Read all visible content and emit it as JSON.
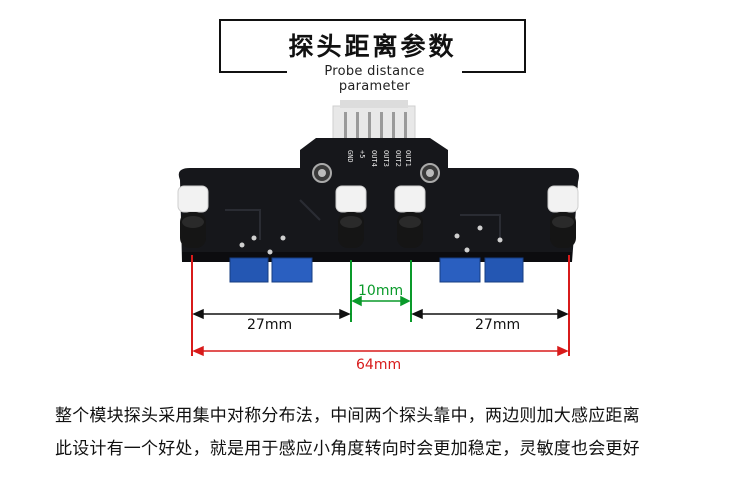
{
  "header": {
    "title_cn": "探头距离参数",
    "title_en": "Probe distance parameter"
  },
  "board": {
    "silkscreen": [
      "OUT1",
      "OUT2",
      "OUT3",
      "OUT4",
      "+5",
      "GND"
    ]
  },
  "dimensions": {
    "left_spacing": "27mm",
    "center_spacing": "10mm",
    "right_spacing": "27mm",
    "total_spacing": "64mm"
  },
  "description": {
    "line1": "整个模块探头采用集中对称分布法，中间两个探头靠中，两边则加大感应距离",
    "line2": "此设计有一个好处，就是用于感应小角度转向时会更加稳定，灵敏度也会更好"
  }
}
